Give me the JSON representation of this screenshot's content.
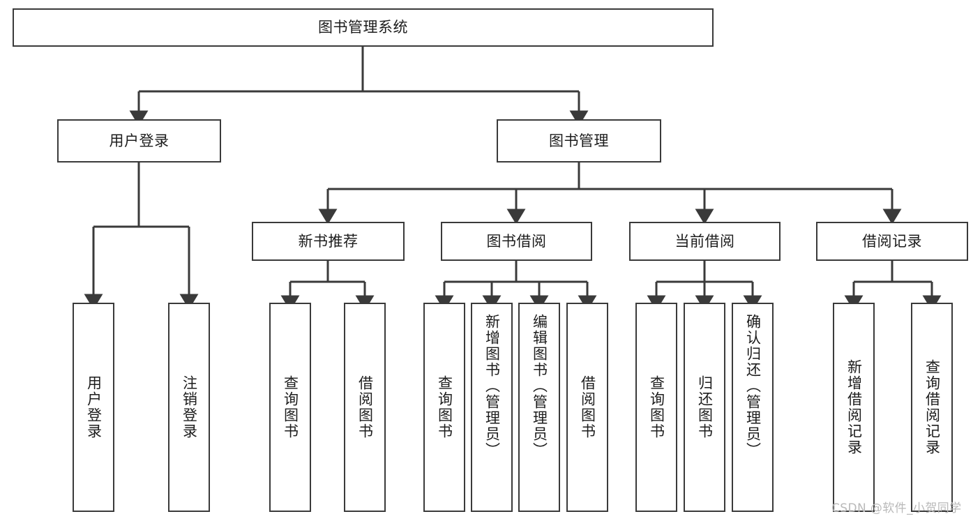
{
  "diagram": {
    "type": "tree-hierarchy-chart",
    "title": "图书管理系统",
    "watermark": "CSDN @软件_小贺同学",
    "colors": {
      "node_border": "#3a3a3a",
      "node_fill": "#ffffff",
      "edge": "#3a3a3a",
      "text": "#1c1c1c",
      "background": "#ffffff",
      "watermark": "#b9b9b9"
    },
    "nodes": {
      "root": {
        "label": "图书管理系统"
      },
      "level2": [
        {
          "id": "user-login",
          "label": "用户登录"
        },
        {
          "id": "book-manage",
          "label": "图书管理"
        }
      ],
      "level3": [
        {
          "id": "new-book-recommend",
          "label": "新书推荐"
        },
        {
          "id": "book-borrow",
          "label": "图书借阅"
        },
        {
          "id": "current-borrow",
          "label": "当前借阅"
        },
        {
          "id": "borrow-record",
          "label": "借阅记录"
        }
      ],
      "leaves": {
        "user-login": [
          {
            "id": "leaf-user-login",
            "label": "用户登录"
          },
          {
            "id": "leaf-logout",
            "label": "注销登录"
          }
        ],
        "new-book-recommend": [
          {
            "id": "leaf-query-book-1",
            "label": "查询图书"
          },
          {
            "id": "leaf-borrow-book-1",
            "label": "借阅图书"
          }
        ],
        "book-borrow": [
          {
            "id": "leaf-query-book-2",
            "label": "查询图书"
          },
          {
            "id": "leaf-add-book",
            "label": "新增图书（管理员）"
          },
          {
            "id": "leaf-edit-book",
            "label": "编辑图书（管理员）"
          },
          {
            "id": "leaf-borrow-book-2",
            "label": "借阅图书"
          }
        ],
        "current-borrow": [
          {
            "id": "leaf-query-book-3",
            "label": "查询图书"
          },
          {
            "id": "leaf-return-book",
            "label": "归还图书"
          },
          {
            "id": "leaf-confirm-return",
            "label": "确认归还（管理员）"
          }
        ],
        "borrow-record": [
          {
            "id": "leaf-add-record",
            "label": "新增借阅记录"
          },
          {
            "id": "leaf-query-record",
            "label": "查询借阅记录"
          }
        ]
      }
    }
  }
}
